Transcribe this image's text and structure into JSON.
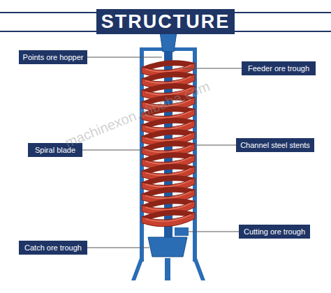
{
  "diagram": {
    "title": "STRUCTURE",
    "nodes": [
      {
        "text": [
          "Points ore hopper"
        ]
      },
      {
        "text": [
          "Feeder ore trough"
        ]
      },
      {
        "text": [
          "Spiral blade"
        ]
      },
      {
        "text": [
          "Channel steel stents"
        ]
      },
      {
        "text": [
          "Cutting ore trough"
        ]
      },
      {
        "text": [
          "Catch ore trough"
        ]
      }
    ],
    "labels": [
      "machinexon.alibaba.com"
    ]
  }
}
